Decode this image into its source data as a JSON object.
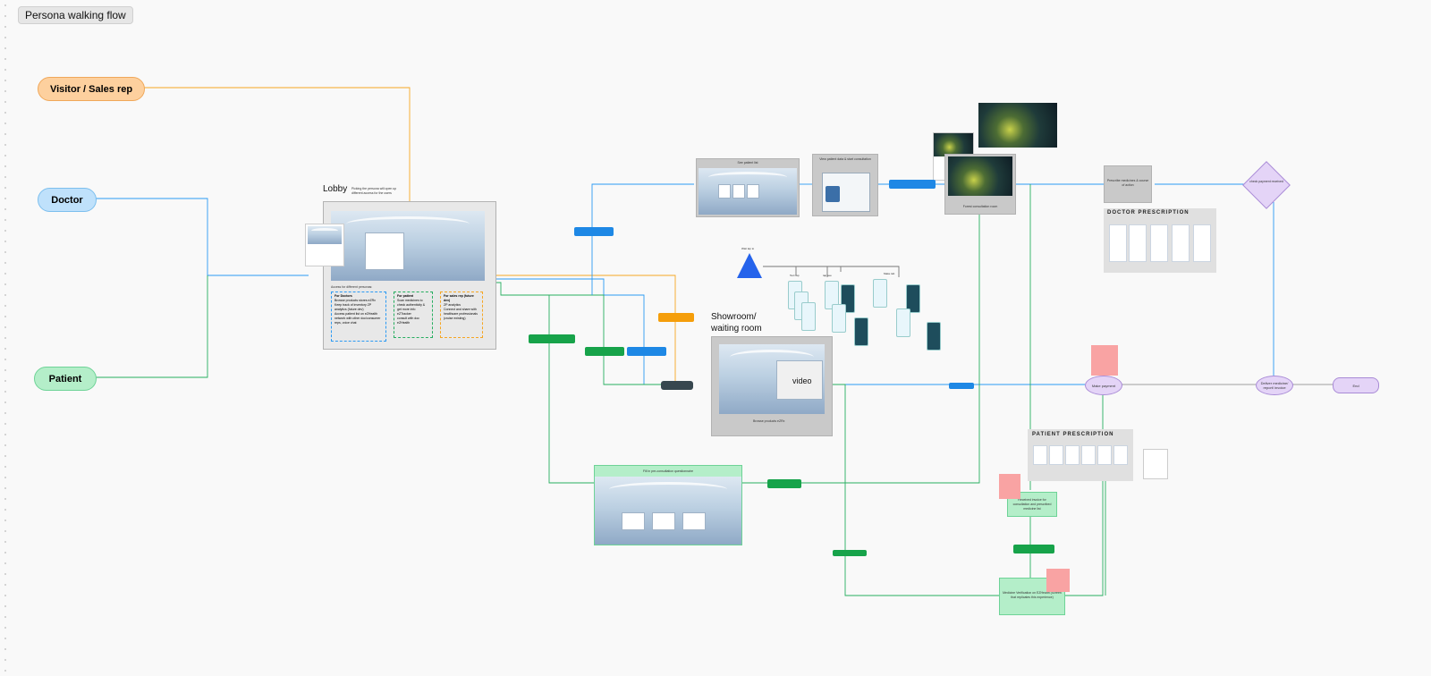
{
  "frame_title": "Persona walking flow",
  "personas": {
    "visitor": "Visitor / Sales rep",
    "doctor": "Doctor",
    "patient": "Patient"
  },
  "lobby": {
    "title": "Lobby",
    "note": "Picking the persona will open up different access for the users",
    "access_heading": "Access for different personas:",
    "doctors": {
      "heading": "For Doctors",
      "items": [
        "Browse products stores eZRx",
        "Keep track of inventory ZP analytics (future dev)",
        "Access patient list on eZHealth",
        "network with other doc/consumer reps, voice chat"
      ]
    },
    "patient": {
      "heading": "For patient",
      "items": [
        "Scan medicines to check authenticity & get more info eZTracker",
        "consult with doc eZHealth"
      ]
    },
    "sales": {
      "heading": "For sales rep (future dev)",
      "items": [
        "ZP analytics",
        "Connect and share with healthcare professionals (cruise existing)"
      ]
    }
  },
  "showroom": {
    "title": "Showroom/ waiting room",
    "video_label": "video",
    "browse": "Browse products eZRx"
  },
  "see_patient_list": "See patient list",
  "view_patient": "View patient data & start consultation",
  "forest_room": "Forest consultation room",
  "prescribe": "Prescribe medicines & course of action",
  "check_payment": "check payment received",
  "doctor_prescription": "DOCTOR PRESCRIPTION",
  "patient_prescription": "PATIENT PRESCRIPTION",
  "questionnaire": "Fill in pre-consultation questionnaire",
  "received_invoice": "Received invoice for consultation and prescribed medicine list",
  "medicine_verification": "Medicine Verification on EZHealth (Screen that replicates this experience)",
  "make_payment": "Make payment",
  "deliver": "Deliver medicine/ report/ invoice",
  "end": "End",
  "mini_labels": {
    "wait_tap": "Wait tap to",
    "text_tap": "Text tap",
    "tap_see": "tap see",
    "make_tab": "Make tab"
  },
  "colors": {
    "visitor": "#fdd09e",
    "doctor": "#bfe1fb",
    "patient": "#b4eec9",
    "blue_line": "#2b9af3",
    "green_line": "#27ae60",
    "orange_line": "#f5a623"
  }
}
